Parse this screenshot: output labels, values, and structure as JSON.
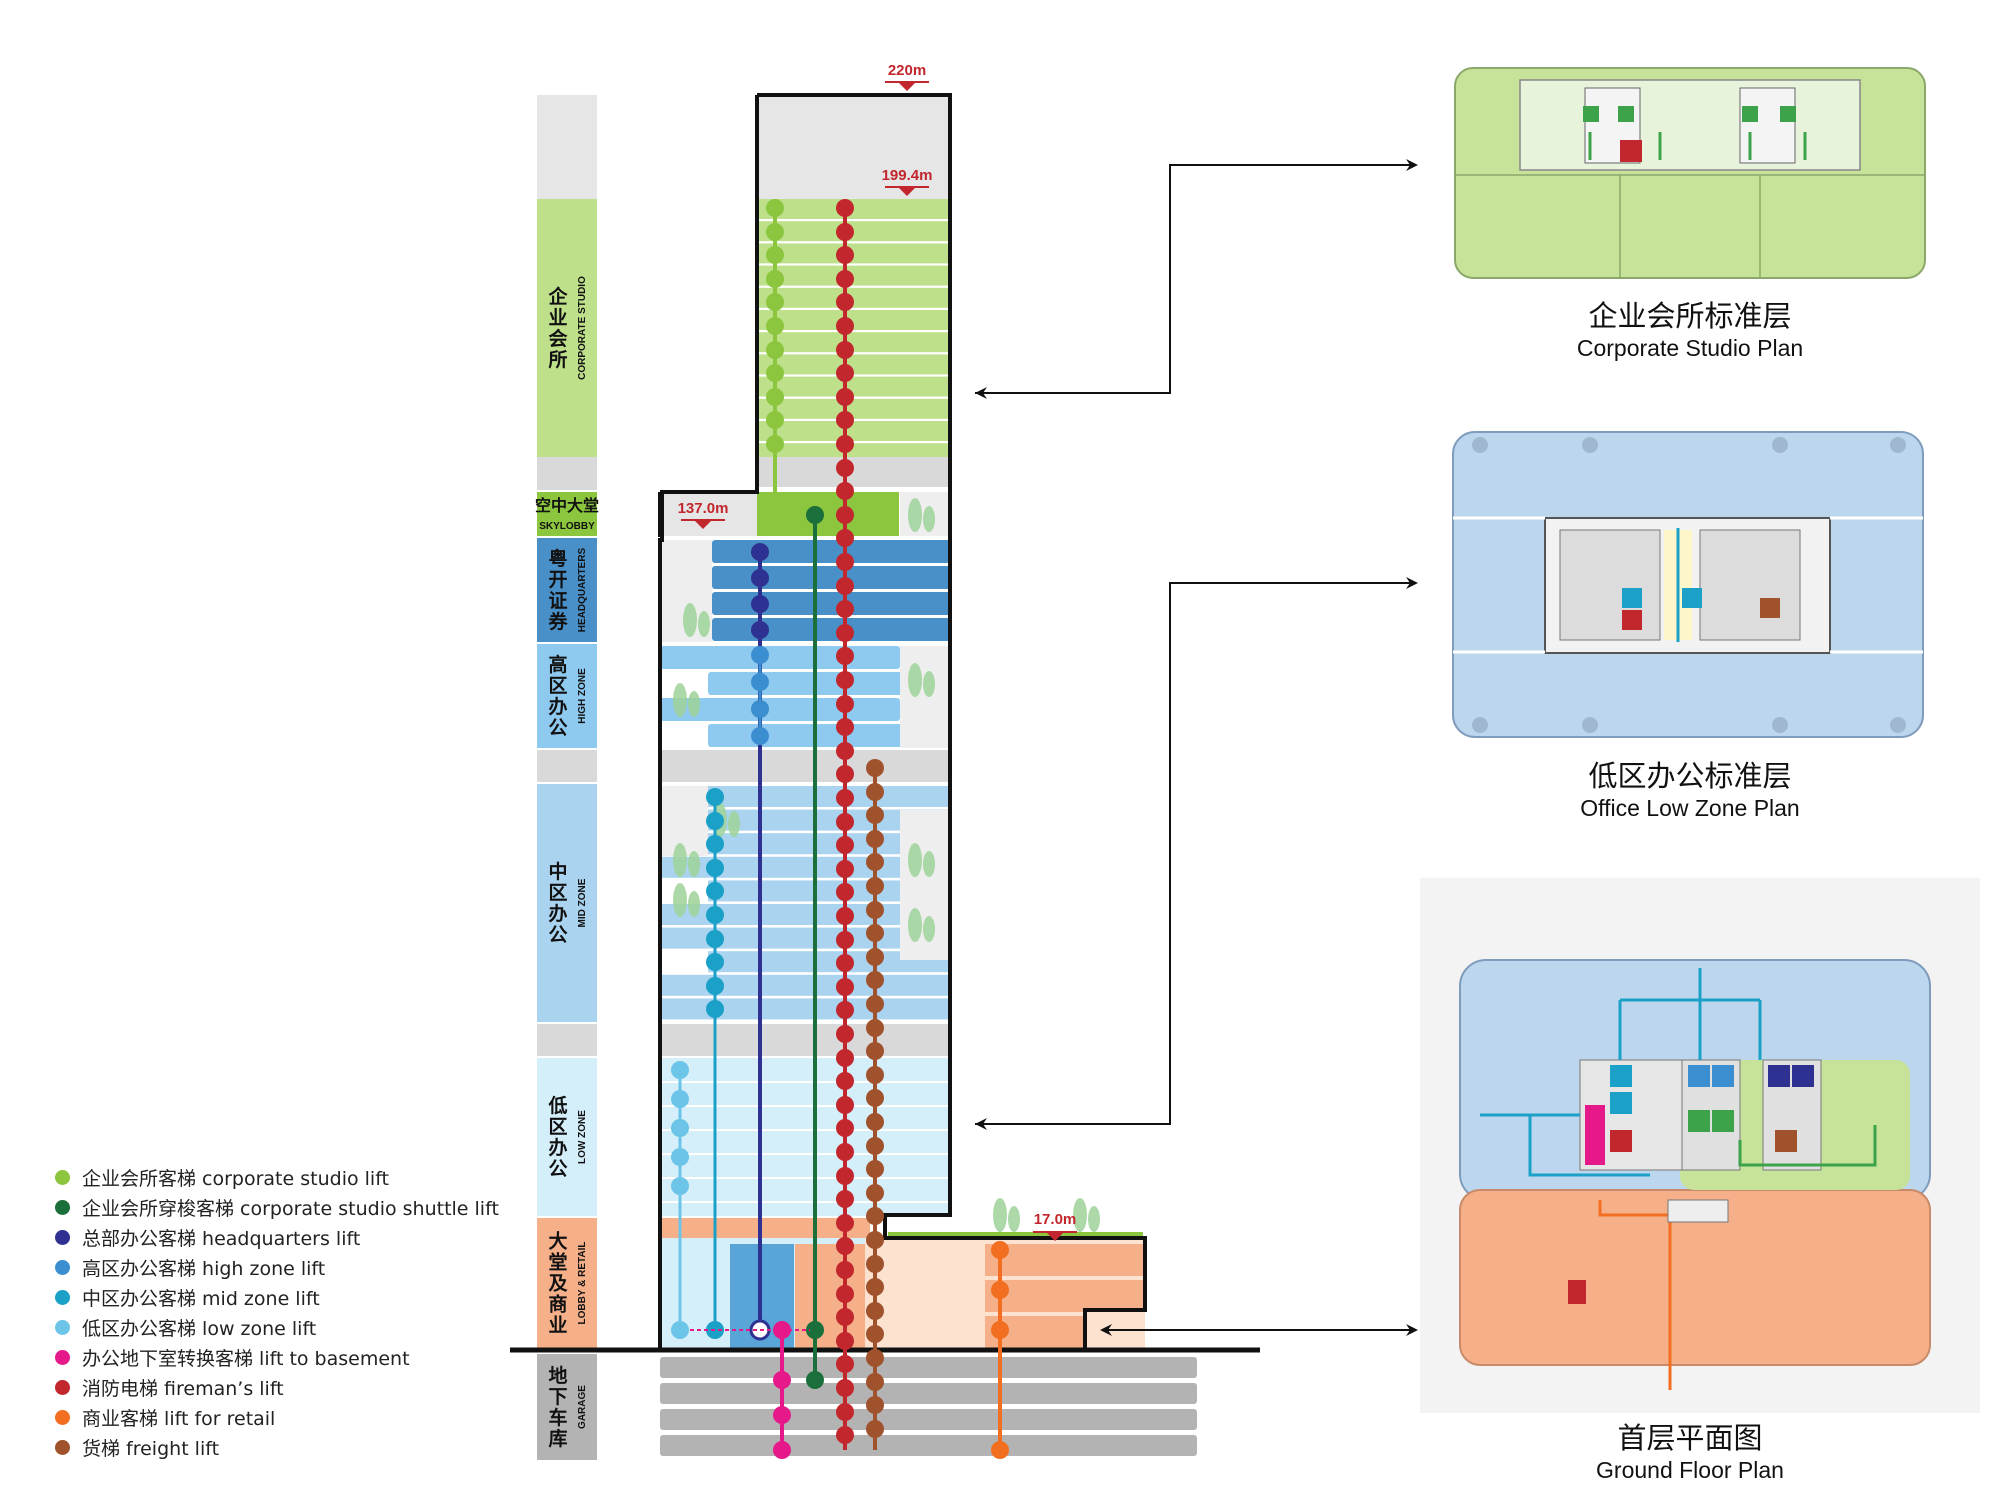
{
  "zones": [
    {
      "key": "corporate",
      "cn": "企业会所",
      "en": "CORPORATE STUDIO"
    },
    {
      "key": "skylobby",
      "cn": "空中大堂",
      "en": "SKYLOBBY"
    },
    {
      "key": "hq",
      "cn": "粤开证券",
      "en": "HEADQUARTERS"
    },
    {
      "key": "high",
      "cn": "高区办公",
      "en": "HIGH ZONE"
    },
    {
      "key": "mid",
      "cn": "中区办公",
      "en": "MID ZONE"
    },
    {
      "key": "low",
      "cn": "低区办公",
      "en": "LOW ZONE"
    },
    {
      "key": "lobby",
      "cn": "大堂及商业",
      "en": "LOBBY & RETAIL"
    },
    {
      "key": "garage",
      "cn": "地下车库",
      "en": "GARAGE"
    }
  ],
  "heights": {
    "top": "220m",
    "roof": "199.4m",
    "podium_mid": "137.0m",
    "podium": "17.0m"
  },
  "legend": [
    {
      "label": "企业会所客梯 corporate studio lift",
      "color": "#8cc63f"
    },
    {
      "label": "企业会所穿梭客梯 corporate studio shuttle lift",
      "color": "#1b6f3a"
    },
    {
      "label": "总部办公客梯 headquarters lift",
      "color": "#2e3192"
    },
    {
      "label": "高区办公客梯 high zone lift",
      "color": "#3b8fd0"
    },
    {
      "label": "中区办公客梯 mid zone lift",
      "color": "#1ba0c8"
    },
    {
      "label": "低区办公客梯 low zone lift",
      "color": "#6cc5e8"
    },
    {
      "label": "办公地下室转换客梯 lift to basement",
      "color": "#e6198a"
    },
    {
      "label": "消防电梯 fireman’s lift",
      "color": "#c1272d"
    },
    {
      "label": "商业客梯 lift for retail",
      "color": "#f26f21"
    },
    {
      "label": "货梯 freight lift",
      "color": "#a0522d"
    }
  ],
  "plans": [
    {
      "cn": "企业会所标准层",
      "en": "Corporate Studio Plan"
    },
    {
      "cn": "低区办公标准层",
      "en": "Office Low Zone Plan"
    },
    {
      "cn": "首层平面图",
      "en": "Ground Floor Plan"
    }
  ],
  "colors": {
    "corporate": "#bfe08a",
    "skylobby": "#8cc63f",
    "hq": "#4a90c8",
    "high": "#8ec9ef",
    "mid": "#a9d3ee",
    "low": "#d4eefa",
    "lobby": "#f5b08a",
    "garage": "#b3b3b3",
    "gap": "#d9d9d9",
    "height_marker": "#c1272d"
  }
}
